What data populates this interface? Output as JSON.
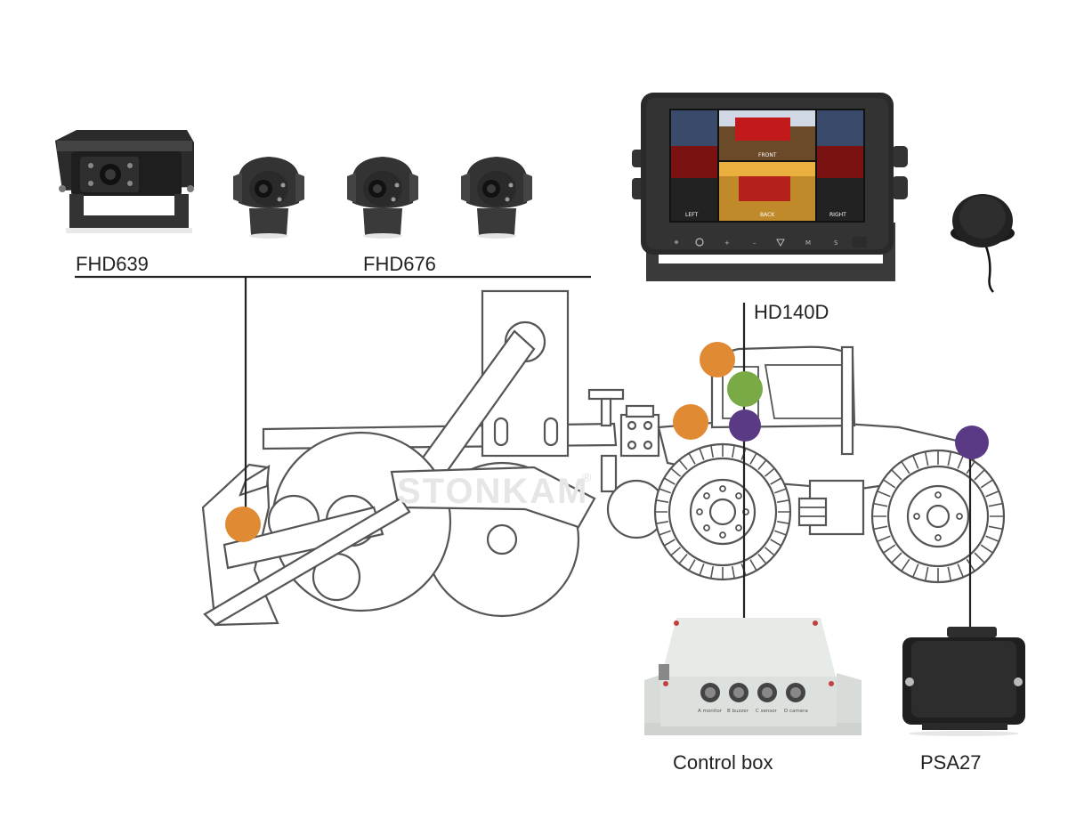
{
  "labels": {
    "fhd639": "FHD639",
    "fhd676": "FHD676",
    "hd140d": "HD140D",
    "control_box": "Control box",
    "psa27": "PSA27"
  },
  "watermark": {
    "text": "STONKAM",
    "mark": "®"
  },
  "monitor": {
    "views": {
      "front": "FRONT",
      "back": "BACK",
      "left": "LEFT",
      "right": "RIGHT"
    },
    "buttons": {
      "menu": "M",
      "select": "S"
    }
  },
  "control_box": {
    "ports": [
      "A monitor",
      "B buzzer",
      "C sensor",
      "D camera"
    ]
  },
  "colors": {
    "camera_dot": "#e08a34",
    "monitor_dot": "#7aaa45",
    "sensor_dot": "#5b3a85",
    "line_art": "#555555",
    "wire": "#222222"
  }
}
